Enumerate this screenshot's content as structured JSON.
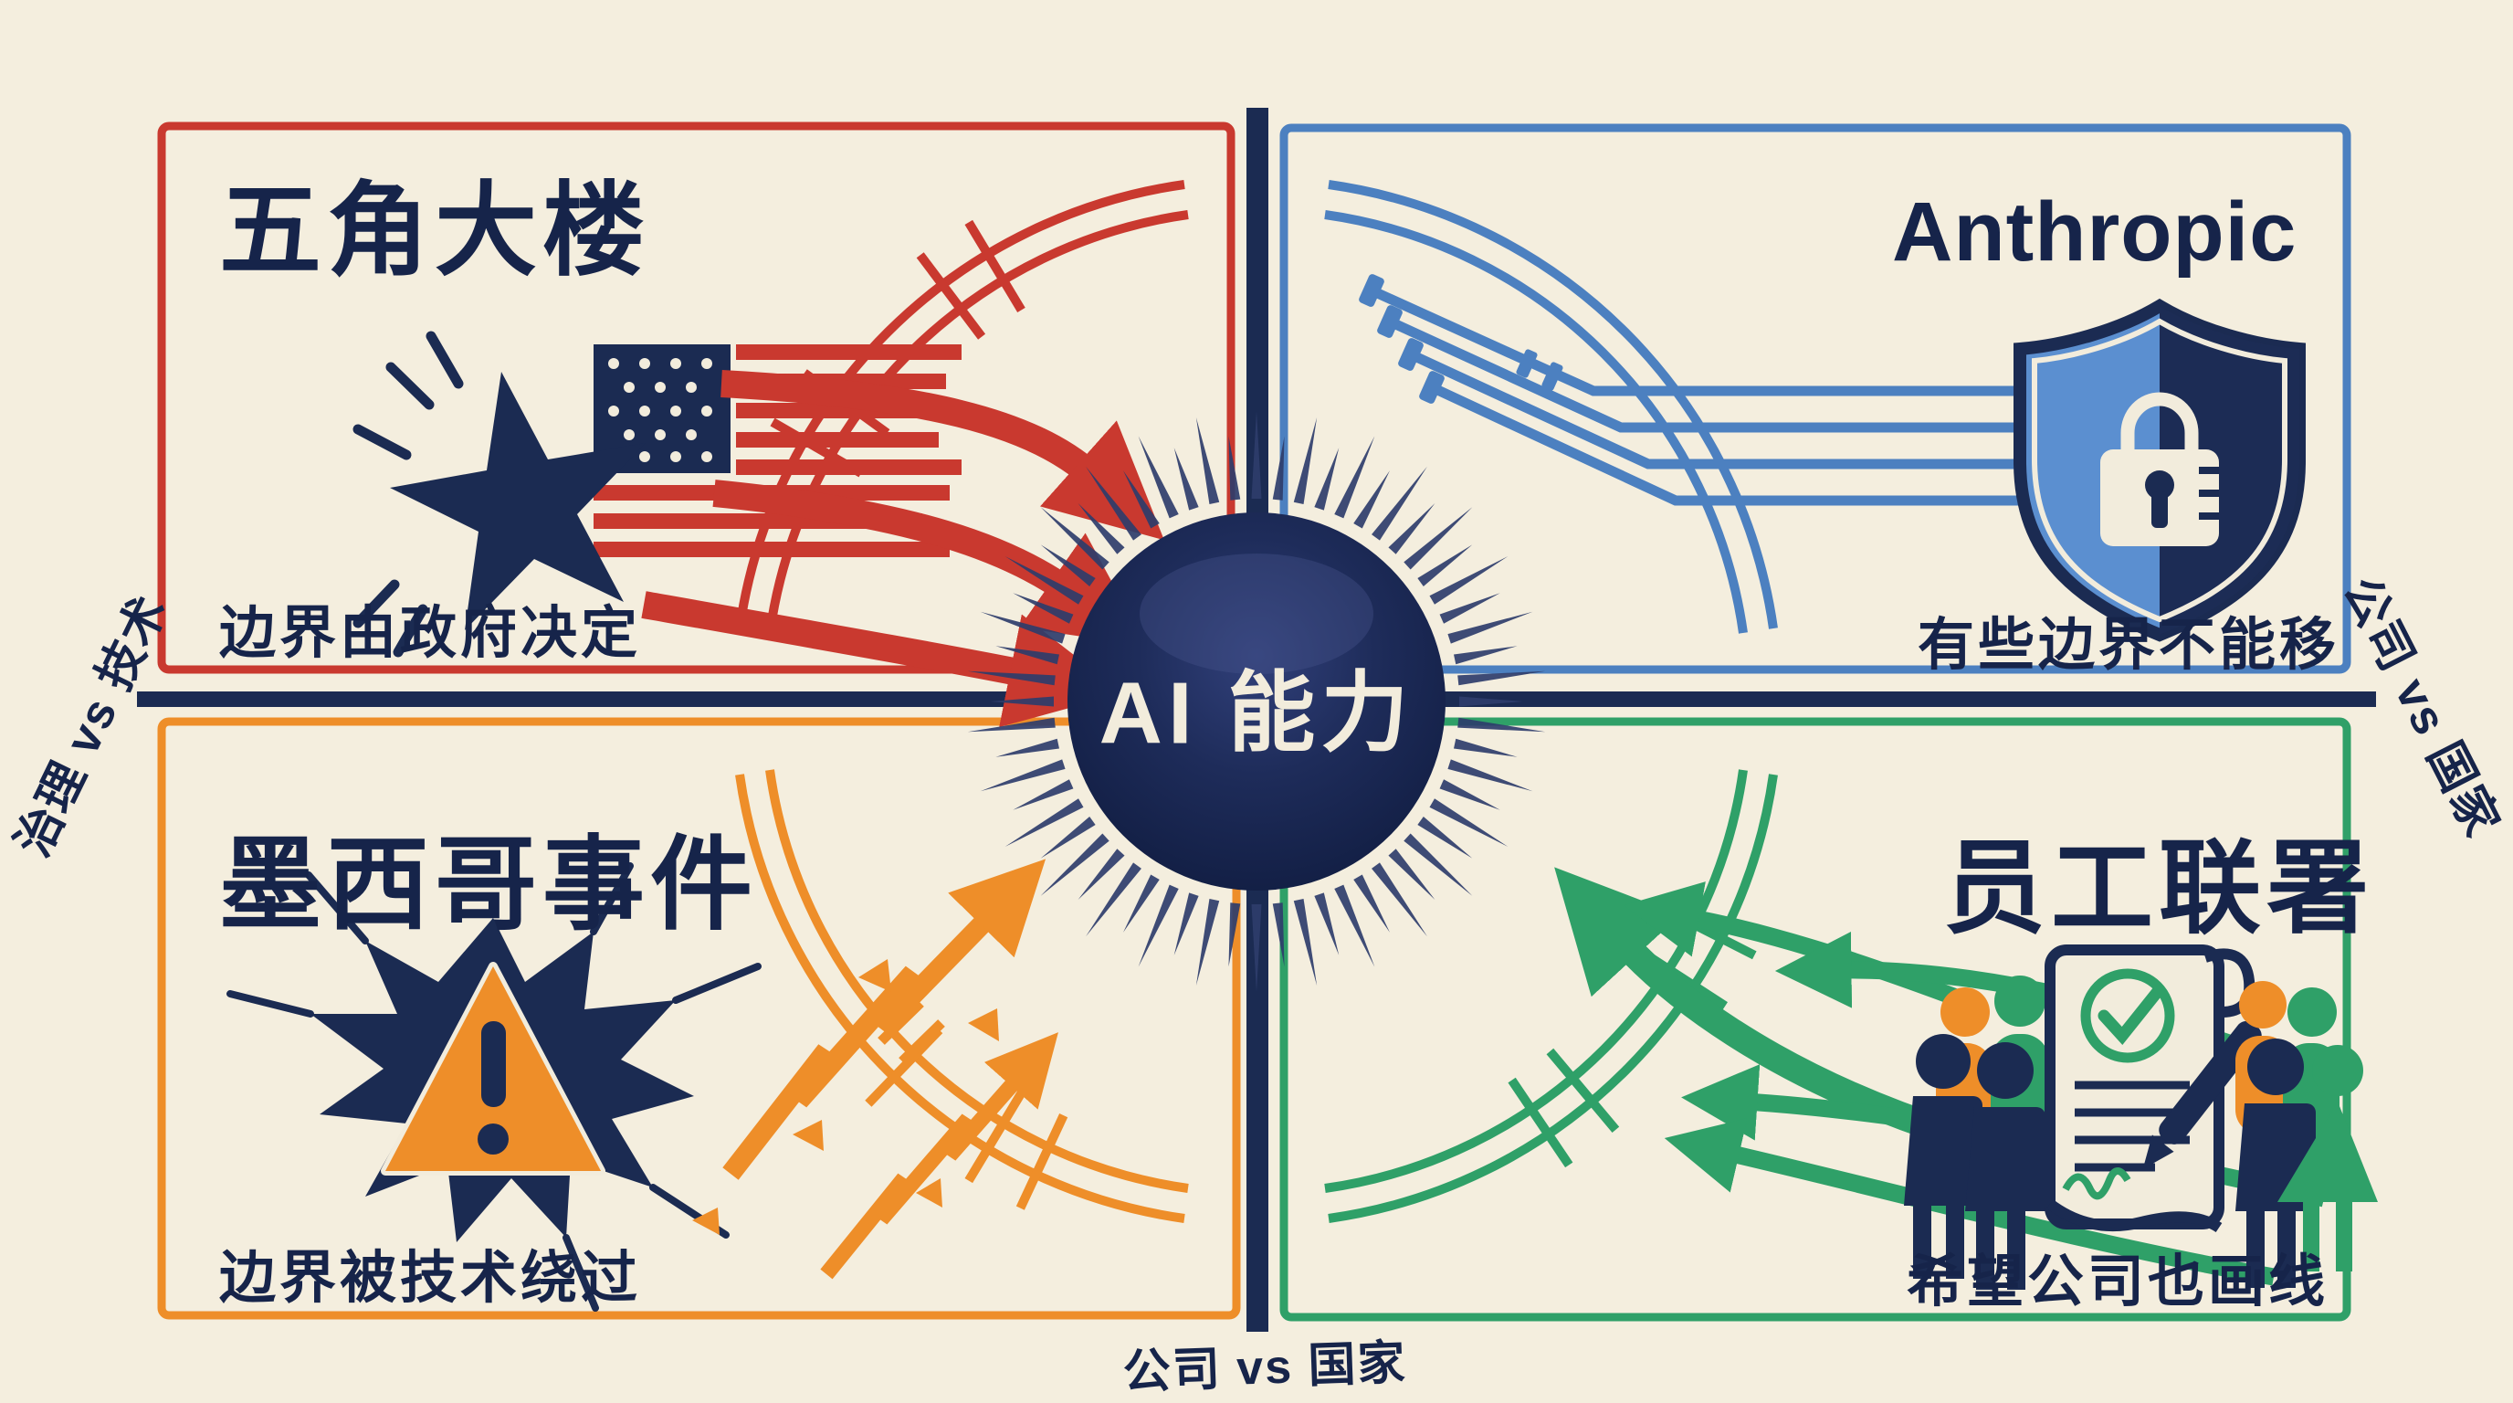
{
  "palette": {
    "background": "#f4eede",
    "navy": "#1b2b52",
    "red": "#c9392f",
    "blue": "#4c80c0",
    "orange": "#ee8e29",
    "green": "#2fa068",
    "cream": "#f2ecdc"
  },
  "center": {
    "label": "AI 能力"
  },
  "axes": {
    "left_label": "治理 vs 技术",
    "right_label": "公司 vs 国家",
    "bottom_label": "公司 vs 国家"
  },
  "quadrants": {
    "top_left": {
      "title": "五角大楼",
      "subtitle": "边界由政府决定",
      "accent": "#c9392f",
      "icon": "us-star-flag-icon"
    },
    "top_right": {
      "title": "Anthropic",
      "subtitle": "有些边界不能移",
      "accent": "#4c80c0",
      "icon": "shield-lock-icon"
    },
    "bottom_left": {
      "title": "墨西哥事件",
      "subtitle": "边界被技术绕过",
      "accent": "#ee8e29",
      "icon": "warning-crack-icon"
    },
    "bottom_right": {
      "title": "员工联署",
      "subtitle": "希望公司也画线",
      "accent": "#2fa068",
      "icon": "petition-signing-icon"
    }
  }
}
